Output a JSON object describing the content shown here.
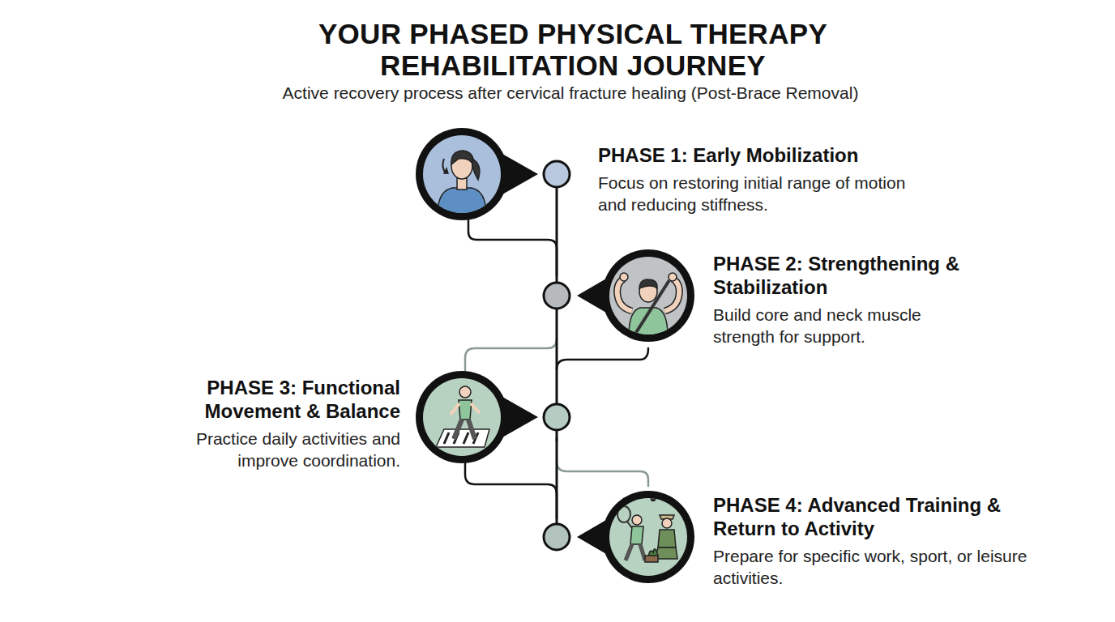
{
  "diagram": {
    "title": "YOUR PHASED PHYSICAL THERAPY REHABILITATION JOURNEY",
    "caption": "Active recovery process after cervical fracture healing (Post-Brace Removal)",
    "nodes": [
      {
        "text": [
          "PHASE 1: Early Mobilization",
          "Focus on restoring initial range of motion and reducing stiffness."
        ]
      },
      {
        "text": [
          "PHASE 2: Strengthening & Stabilization",
          "Build core and neck muscle strength for support."
        ]
      },
      {
        "text": [
          "PHASE 3: Functional Movement & Balance",
          "Practice daily activities and improve coordination."
        ]
      },
      {
        "text": [
          "PHASE 4: Advanced Training & Return to Activity",
          "Prepare for specific work, sport, or leisure activities."
        ]
      }
    ]
  }
}
